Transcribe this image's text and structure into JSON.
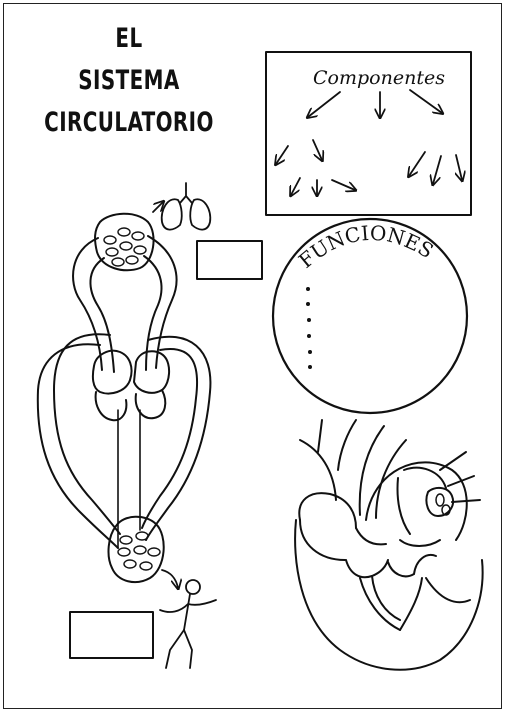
{
  "title": {
    "line1": "EL",
    "line2": "SISTEMA",
    "line3": "CIRCULATORIO"
  },
  "components_box": {
    "heading": "Componentes"
  },
  "functions_circle": {
    "heading": "FUNCIONES"
  },
  "icons": [
    "lungs-icon",
    "person-icon",
    "heart-icon",
    "circulation-diagram-icon",
    "arrow-icon"
  ]
}
